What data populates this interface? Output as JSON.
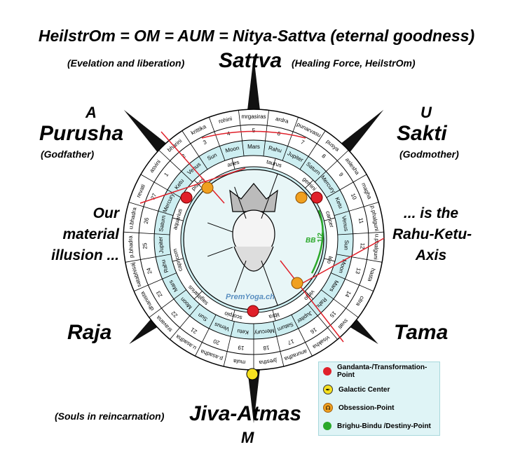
{
  "title": "HeilstrOm = OM = AUM = Nitya-Sattva (eternal goodness)",
  "top": {
    "left_note": "(Evelation and liberation)",
    "word": "Sattva",
    "right_note": "(Healing Force, HeilstrOm)"
  },
  "left_top": {
    "letter": "A",
    "word": "Purusha",
    "note": "(Godfather)"
  },
  "right_top": {
    "letter": "U",
    "word": "Sakti",
    "note": "(Godmother)"
  },
  "left_mid": {
    "lines": [
      "Our",
      "material",
      "illusion ..."
    ]
  },
  "right_mid": {
    "lines": [
      "... is the",
      "Rahu-Ketu-",
      "Axis"
    ]
  },
  "left_bottom": "Raja",
  "right_bottom": "Tama",
  "bottom": {
    "note": "(Souls in reincarnation)",
    "word": "Jiva-Atmas",
    "letter": "M"
  },
  "watermark": "PremYoga.ch",
  "bb_label": "BB",
  "half_label": "1/2",
  "colors": {
    "ring_fill": "#cdeef1",
    "red": "#e0202a",
    "orange": "#f0a020",
    "green": "#2aa82a",
    "yellow": "#f5e020"
  },
  "nakshatras": [
    "mrgasiras",
    "rohini",
    "krittika",
    "bharini",
    "asvini",
    "revati",
    "u.bhadra",
    "p.bhadra",
    "satabhisaj",
    "dhanista",
    "sravana",
    "u.asadha",
    "p.asadha",
    "mula",
    "jyestha",
    "anuradha",
    "visakha",
    "svati",
    "citra",
    "hasta",
    "u.phalguni",
    "p.phalguni",
    "magha",
    "aslesha",
    "pusya",
    "punarvasu",
    "ardra"
  ],
  "nakshatra_numbers": [
    "5",
    "4",
    "3",
    "2",
    "1",
    "27",
    "26",
    "25",
    "24",
    "23",
    "22",
    "21",
    "20",
    "19",
    "18",
    "17",
    "16",
    "15",
    "14",
    "13",
    "12",
    "11",
    "10",
    "9",
    "8",
    "7",
    "6"
  ],
  "lords": [
    "Mars",
    "Moon",
    "Sun",
    "Venus",
    "Ketu",
    "Mercury",
    "Saturn",
    "Jupiter",
    "Rahu",
    "Mars",
    "Moon",
    "Sun",
    "Venus",
    "Ketu",
    "Mercury",
    "Saturn",
    "Jupiter",
    "Rahu",
    "Mars",
    "Moon",
    "Sun",
    "Venus",
    "Ketu",
    "Mercury",
    "Saturn",
    "Jupiter",
    "Rahu"
  ],
  "signs": [
    "taurus",
    "aries",
    "pisces",
    "aquarius",
    "capricorn",
    "sagittarius",
    "scorpio",
    "libra",
    "virgo",
    "leo",
    "cancer",
    "gemini"
  ],
  "legend": [
    {
      "label": "Gandanta-/Transformation-Point",
      "icon": "red-dot"
    },
    {
      "label": "Galactic Center",
      "icon": "yellow-dot"
    },
    {
      "label": "Obsession-Point",
      "icon": "orange-dot"
    },
    {
      "label": "Brighu-Bindu /Destiny-Point",
      "icon": "green-dot"
    }
  ]
}
